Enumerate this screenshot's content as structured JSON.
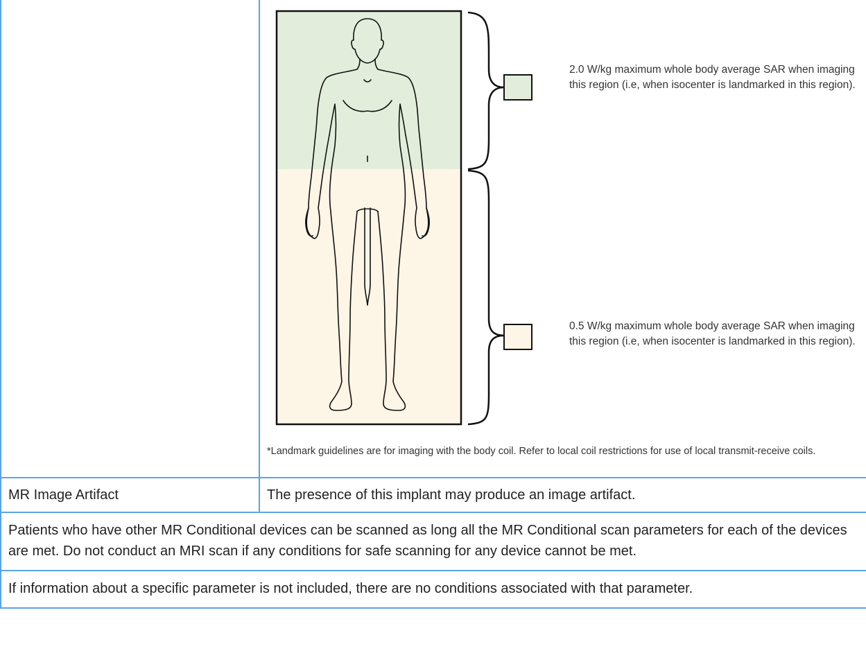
{
  "diagram": {
    "upper_region": {
      "color": "#e2eedb",
      "text": "2.0 W/kg maximum whole body average SAR when imaging this region (i.e, when isocenter is landmarked in this region)."
    },
    "lower_region": {
      "color": "#fdf5e6",
      "text": "0.5 W/kg maximum whole body average SAR when imaging this region (i.e, when isocenter is landmarked in this region)."
    },
    "footnote": "*Landmark guidelines are for imaging with the body coil. Refer to local coil restrictions for use of local transmit-receive coils."
  },
  "artifact_row": {
    "label": "MR Image Artifact",
    "value": "The presence of this implant may produce an image artifact."
  },
  "notes": [
    "Patients who have other MR Conditional devices can be scanned as long all the MR Conditional scan parameters for each of the devices are met. Do not conduct an MRI scan if any conditions for safe scanning for any device cannot be met.",
    "If information about a specific parameter is not included, there are no conditions associated with that parameter."
  ],
  "colors": {
    "border": "#5ba4e6"
  }
}
